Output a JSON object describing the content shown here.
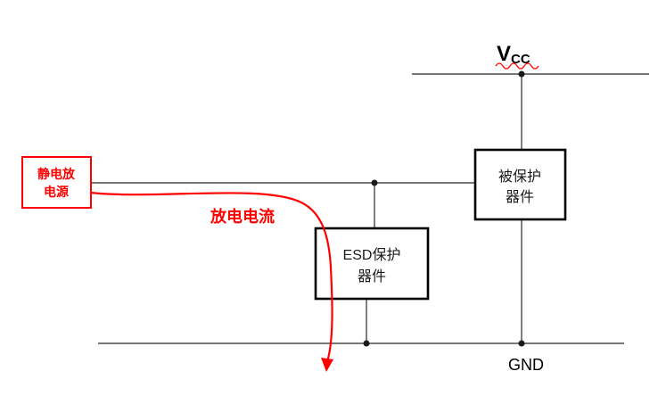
{
  "diagram": {
    "vcc_label": {
      "main": "V",
      "sub": "CC"
    },
    "gnd_label": "GND",
    "discharge_current_label": "放电电流",
    "esd_source_box": {
      "line1": "静电放",
      "line2": "电源"
    },
    "protected_device_box": {
      "line1": "被保护",
      "line2": "器件"
    },
    "esd_protection_box": {
      "line1": "ESD保护",
      "line2": "器件"
    }
  },
  "colors": {
    "wire": "#4a4a4a",
    "box_border": "#000000",
    "accent_red": "#ff0000"
  }
}
